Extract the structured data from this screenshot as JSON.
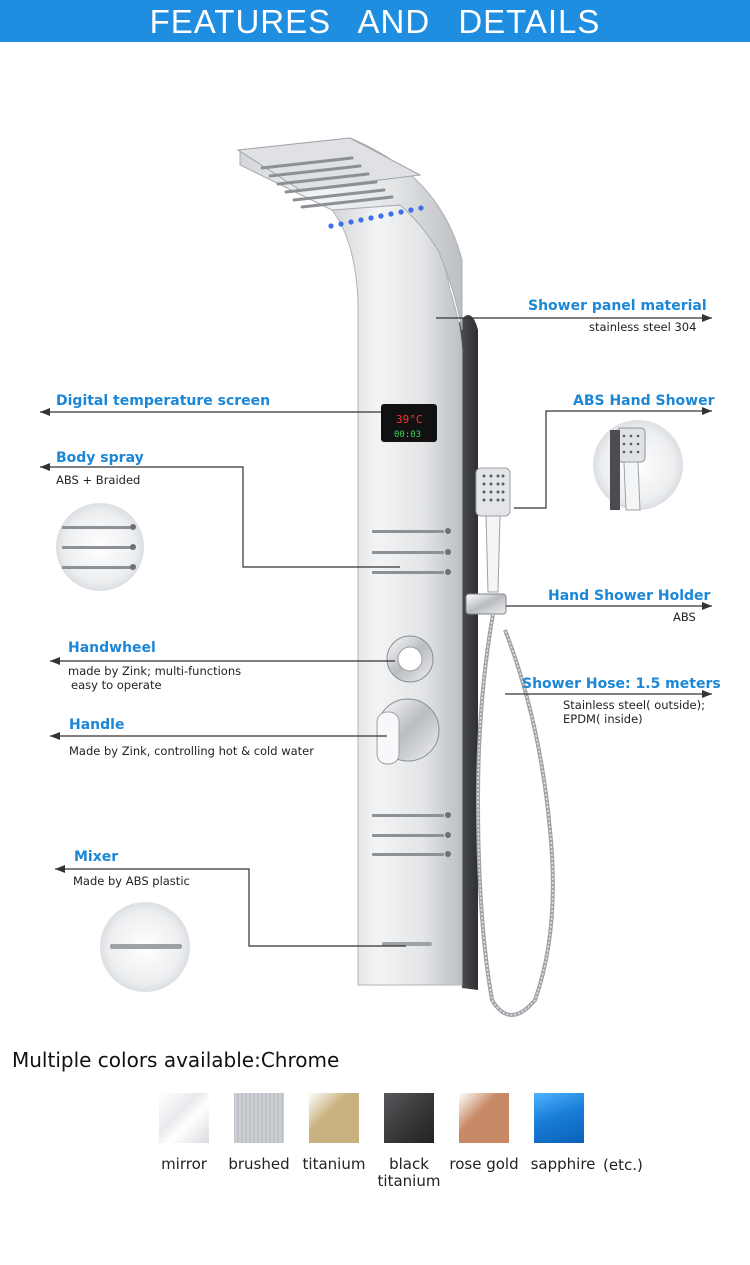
{
  "header": {
    "title": "FEATURES AND DETAILS"
  },
  "callouts": {
    "panel_material": {
      "title": "Shower panel material",
      "detail": "stainless steel 304"
    },
    "temperature_screen": {
      "title": "Digital temperature screen"
    },
    "body_spray": {
      "title": "Body spray",
      "detail": "ABS + Braided"
    },
    "handwheel": {
      "title": "Handwheel",
      "detail_line1": "made by Zink;  multi-functions",
      "detail_line2": "easy to operate"
    },
    "handle": {
      "title": "Handle",
      "detail": "Made by Zink, controlling hot & cold water"
    },
    "mixer": {
      "title": "Mixer",
      "detail": "Made by ABS plastic"
    },
    "hand_shower": {
      "title": "ABS Hand Shower"
    },
    "holder": {
      "title": "Hand Shower Holder",
      "detail": "ABS"
    },
    "hose": {
      "title": "Shower Hose: 1.5 meters",
      "detail_line1": "Stainless steel( outside);",
      "detail_line2": "EPDM( inside)"
    }
  },
  "colors": {
    "heading": "Multiple colors available:Chrome",
    "etc": "(etc.)",
    "options": [
      {
        "name_line1": "mirror",
        "name_line2": "",
        "swatch_color": "#e8e9ec"
      },
      {
        "name_line1": "brushed",
        "name_line2": "",
        "swatch_color": "#b9bcc1"
      },
      {
        "name_line1": "titanium",
        "name_line2": "",
        "swatch_color": "#c9b27f"
      },
      {
        "name_line1": "black",
        "name_line2": "titanium",
        "swatch_color": "#3a3a3c"
      },
      {
        "name_line1": "rose gold",
        "name_line2": "",
        "swatch_color": "#c88a66"
      },
      {
        "name_line1": "sapphire",
        "name_line2": "",
        "swatch_color": "#1a7fd8"
      }
    ]
  },
  "screen_readout": {
    "temperature": "39°C",
    "time": "00:03"
  },
  "accent_color": "#1b87d6",
  "banner_color": "#1f8de0"
}
